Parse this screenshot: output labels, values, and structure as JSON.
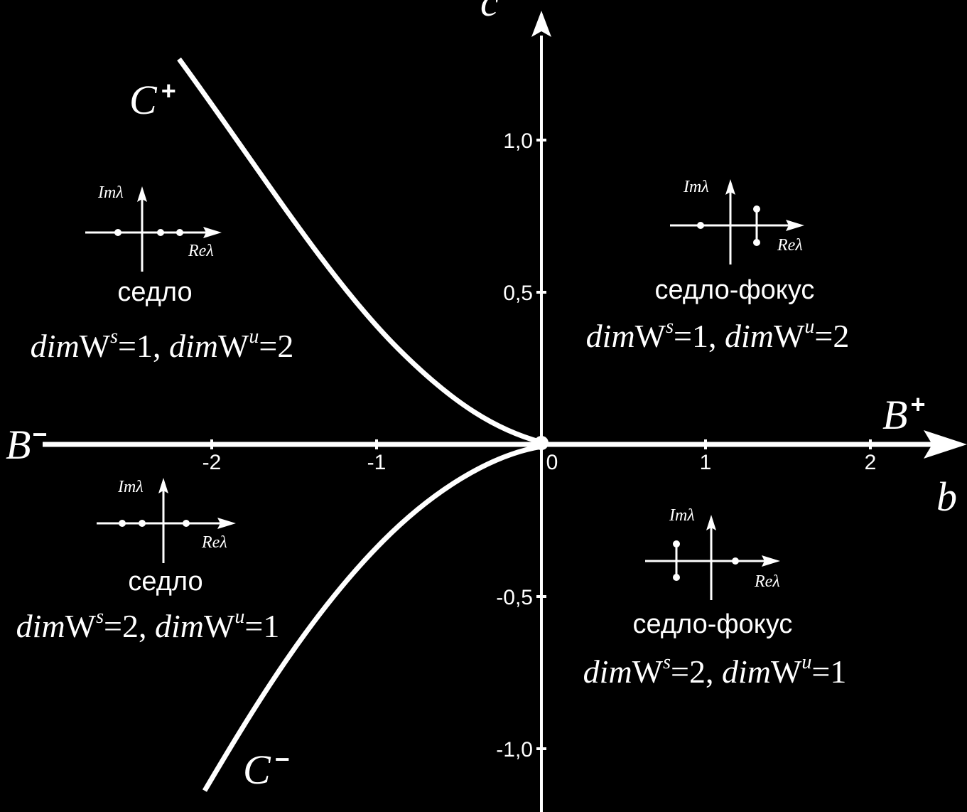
{
  "axes": {
    "x_label": "b",
    "y_label": "c",
    "x_ticks": [
      "-2",
      "-1",
      "0",
      "1",
      "2"
    ],
    "y_ticks": [
      "1,0",
      "0,5",
      "-0,5",
      "-1,0"
    ]
  },
  "curves": {
    "b_minus": {
      "name": "B",
      "sign": "−"
    },
    "b_plus": {
      "name": "B",
      "sign": "+"
    },
    "c_plus": {
      "name": "C",
      "sign": "+"
    },
    "c_minus": {
      "name": "C",
      "sign": "−"
    }
  },
  "inset_labels": {
    "im": "Imλ",
    "re": "Reλ"
  },
  "regions": {
    "top_left": {
      "type": "седло",
      "dim_prefix": "dim",
      "w": "W",
      "s": "s",
      "eq1": "=1, ",
      "u": "u",
      "eq2": "=2"
    },
    "top_right": {
      "type": "седло-фокус",
      "dim_prefix": "dim",
      "w": "W",
      "s": "s",
      "eq1": "=1, ",
      "u": "u",
      "eq2": "=2"
    },
    "bottom_left": {
      "type": "седло",
      "dim_prefix": "dim",
      "w": "W",
      "s": "s",
      "eq1": "=2, ",
      "u": "u",
      "eq2": "=1"
    },
    "bottom_right": {
      "type": "седло-фокус",
      "dim_prefix": "dim",
      "w": "W",
      "s": "s",
      "eq1": "=2, ",
      "u": "u",
      "eq2": "=1"
    }
  },
  "colors": {
    "background": "#000000",
    "foreground": "#ffffff"
  }
}
